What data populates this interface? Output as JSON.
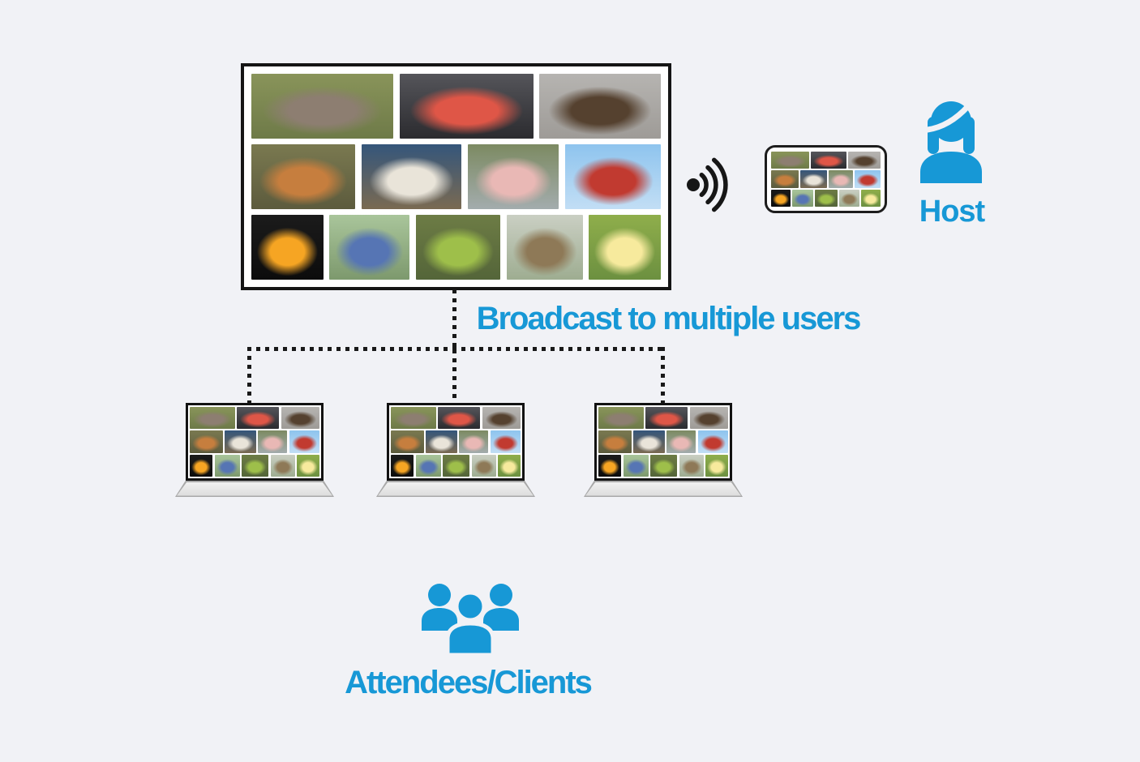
{
  "page": {
    "background_color": "#f1f2f6",
    "accent_blue": "#1798d6",
    "line_color": "#191919"
  },
  "labels": {
    "broadcast": "Broadcast to multiple users",
    "host": "Host",
    "attendees": "Attendees/Clients"
  },
  "icons": {
    "wireless": "wireless-signal-icon",
    "host": "host-person-icon",
    "attendees": "attendees-group-icon"
  },
  "devices": {
    "source_screen": "presentation-screen-with-bird-photo-grid",
    "host_device": "handheld-device-mirroring-gallery",
    "receivers": [
      "attendee-laptop-1",
      "attendee-laptop-2",
      "attendee-laptop-3"
    ]
  },
  "gallery": {
    "description": "grid of 12 bird photos mirrored on every device",
    "rows": [
      {
        "photos": [
          {
            "name": "geese-flying-photo",
            "w": 34,
            "bg": [
              "#89945a",
              "#6e7a48"
            ],
            "subject": "#8d7e71"
          },
          {
            "name": "flamingo-heart-photo",
            "w": 32,
            "bg": [
              "#55555a",
              "#2b2b2f"
            ],
            "subject": "#df5647"
          },
          {
            "name": "goose-flight-photo",
            "w": 29,
            "bg": [
              "#b6b4b1",
              "#9e9b97"
            ],
            "subject": "#55412f"
          }
        ]
      },
      {
        "photos": [
          {
            "name": "mandarin-duck-photo",
            "w": 25,
            "bg": [
              "#7a7950",
              "#5c5b3d"
            ],
            "subject": "#c67e3e"
          },
          {
            "name": "pelicans-photo",
            "w": 24,
            "bg": [
              "#35567b",
              "#7a6a52"
            ],
            "subject": "#e9e4d9"
          },
          {
            "name": "flamingos-lake-photo",
            "w": 22,
            "bg": [
              "#7c8a62",
              "#a3acad"
            ],
            "subject": "#e9b8b5"
          },
          {
            "name": "flying-parrots-photo",
            "w": 23,
            "bg": [
              "#8ec4ee",
              "#c2def5"
            ],
            "subject": "#c13a30"
          }
        ]
      },
      {
        "photos": [
          {
            "name": "lovebirds-photo",
            "w": 17,
            "bg": [
              "#1b1b1b",
              "#0c0c0c"
            ],
            "subject": "#f6a523"
          },
          {
            "name": "budgies-photo",
            "w": 19,
            "bg": [
              "#a9c59b",
              "#7d996d"
            ],
            "subject": "#5675b4"
          },
          {
            "name": "bee-eaters-photo",
            "w": 20,
            "bg": [
              "#6d7c45",
              "#546539"
            ],
            "subject": "#9ebf4a"
          },
          {
            "name": "sparrows-photo",
            "w": 18,
            "bg": [
              "#cacfc3",
              "#9ead91"
            ],
            "subject": "#8e7957"
          },
          {
            "name": "chicks-photo",
            "w": 17,
            "bg": [
              "#8fae4b",
              "#6c9040"
            ],
            "subject": "#f7ea9d"
          }
        ]
      }
    ]
  }
}
